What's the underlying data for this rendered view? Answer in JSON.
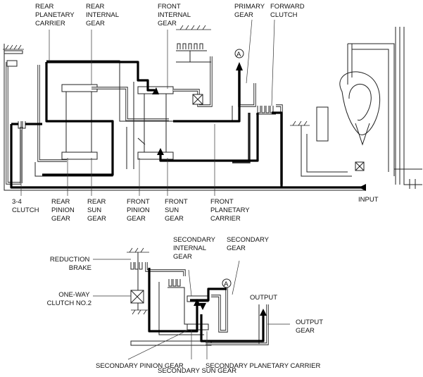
{
  "labels": {
    "rear_planetary_carrier": [
      "REAR",
      "PLANETARY",
      "CARRIER"
    ],
    "rear_internal_gear": [
      "REAR",
      "INTERNAL",
      "GEAR"
    ],
    "front_internal_gear": [
      "FRONT",
      "INTERNAL",
      "GEAR"
    ],
    "primary_gear": [
      "PRIMARY",
      "GEAR"
    ],
    "forward_clutch": [
      "FORWARD",
      "CLUTCH"
    ],
    "clutch_3_4": [
      "3-4",
      "CLUTCH"
    ],
    "rear_pinion_gear": [
      "REAR",
      "PINION",
      "GEAR"
    ],
    "rear_sun_gear": [
      "REAR",
      "SUN",
      "GEAR"
    ],
    "front_pinion_gear": [
      "FRONT",
      "PINION",
      "GEAR"
    ],
    "front_sun_gear": [
      "FRONT",
      "SUN",
      "GEAR"
    ],
    "front_planetary_carrier": [
      "FRONT",
      "PLANETARY",
      "CARRIER"
    ],
    "input": "INPUT",
    "reduction_brake": [
      "REDUCTION",
      "BRAKE"
    ],
    "one_way_clutch": [
      "ONE-WAY",
      "CLUTCH NO.2"
    ],
    "secondary_internal_gear": [
      "SECONDARY",
      "INTERNAL",
      "GEAR"
    ],
    "secondary_gear": [
      "SECONDARY",
      "GEAR"
    ],
    "output": "OUTPUT",
    "output_gear": [
      "OUTPUT",
      "GEAR"
    ],
    "secondary_pinion_gear": "SECONDARY PINION GEAR",
    "secondary_sun_gear": "SECONDARY SUN GEAR",
    "secondary_planetary_carrier": "SECONDARY PLANETARY CARRIER"
  },
  "markers": {
    "a_top": "A",
    "a_bottom": "A"
  }
}
